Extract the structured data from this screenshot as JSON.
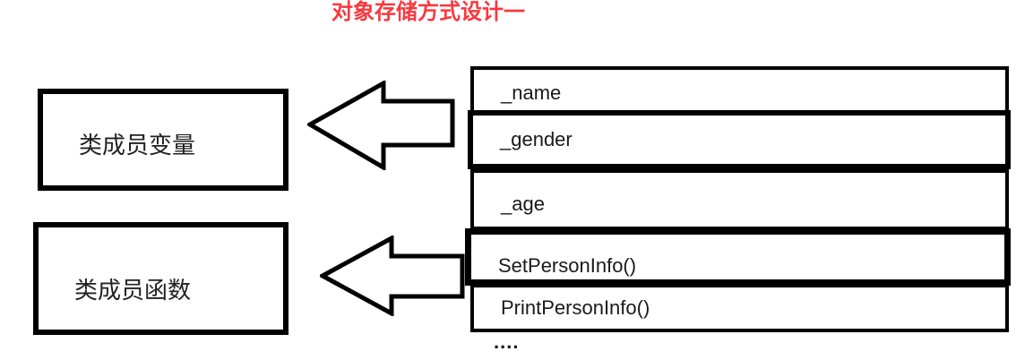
{
  "title": {
    "text": "对象存储方式设计一",
    "color": "#f8383f"
  },
  "left_boxes": [
    {
      "label": "类成员变量"
    },
    {
      "label": "类成员函数"
    }
  ],
  "arrows": [
    {
      "icon": "block-arrow-left"
    },
    {
      "icon": "block-arrow-left"
    }
  ],
  "object_table": {
    "rows": [
      {
        "label": "_name"
      },
      {
        "label": "_gender"
      },
      {
        "label": "_age"
      },
      {
        "label": "SetPersonInfo()"
      },
      {
        "label": "PrintPersonInfo()"
      }
    ],
    "ellipsis": "...."
  },
  "colors": {
    "accent_red": "#f8383f",
    "stroke": "#000000",
    "background": "#ffffff"
  }
}
